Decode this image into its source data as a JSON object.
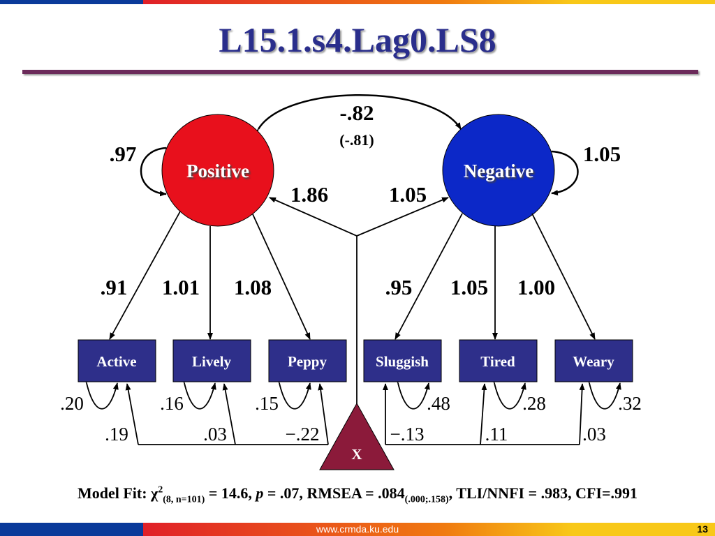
{
  "title": "L15.1.s4.Lag0.LS8",
  "colors": {
    "blue": "#0a3a9a",
    "red": "#e02028",
    "orange": "#f07a10",
    "yellow": "#f8c818",
    "box": "#2e2f8a",
    "triangle": "#8b1a3a"
  },
  "constructs": {
    "positive": {
      "label": "Positive",
      "variance": ".97"
    },
    "negative": {
      "label": "Negative",
      "variance": "1.05"
    }
  },
  "covariance": {
    "value": "-.82",
    "correlation": "(-.81)"
  },
  "x_paths": {
    "to_positive": "1.86",
    "to_negative": "1.05"
  },
  "indicators": [
    {
      "label": "Active",
      "loading": ".91",
      "residual": ".20",
      "x_effect": ".19"
    },
    {
      "label": "Lively",
      "loading": "1.01",
      "residual": ".16",
      "x_effect": ".03"
    },
    {
      "label": "Peppy",
      "loading": "1.08",
      "residual": ".15",
      "x_effect": "−.22"
    },
    {
      "label": "Sluggish",
      "loading": ".95",
      "residual": ".48",
      "x_effect": "−.13"
    },
    {
      "label": "Tired",
      "loading": "1.05",
      "residual": ".28",
      "x_effect": ".11"
    },
    {
      "label": "Weary",
      "loading": "1.00",
      "residual": ".32",
      "x_effect": ".03"
    }
  ],
  "covariate": {
    "label": "X"
  },
  "model_fit": {
    "prefix": "Model Fit: ",
    "chi": "χ",
    "chi_sup": "2",
    "chi_sub": "(8, n=101)",
    "chi_value": " = 14.6, ",
    "p_label": "p",
    "p_value": " = .07, RMSEA = .084",
    "ci": "(.000;.158)",
    "rest": ", TLI/NNFI = .983, CFI=.991"
  },
  "footer": {
    "url": "www.crmda.ku.edu",
    "page": "13"
  }
}
